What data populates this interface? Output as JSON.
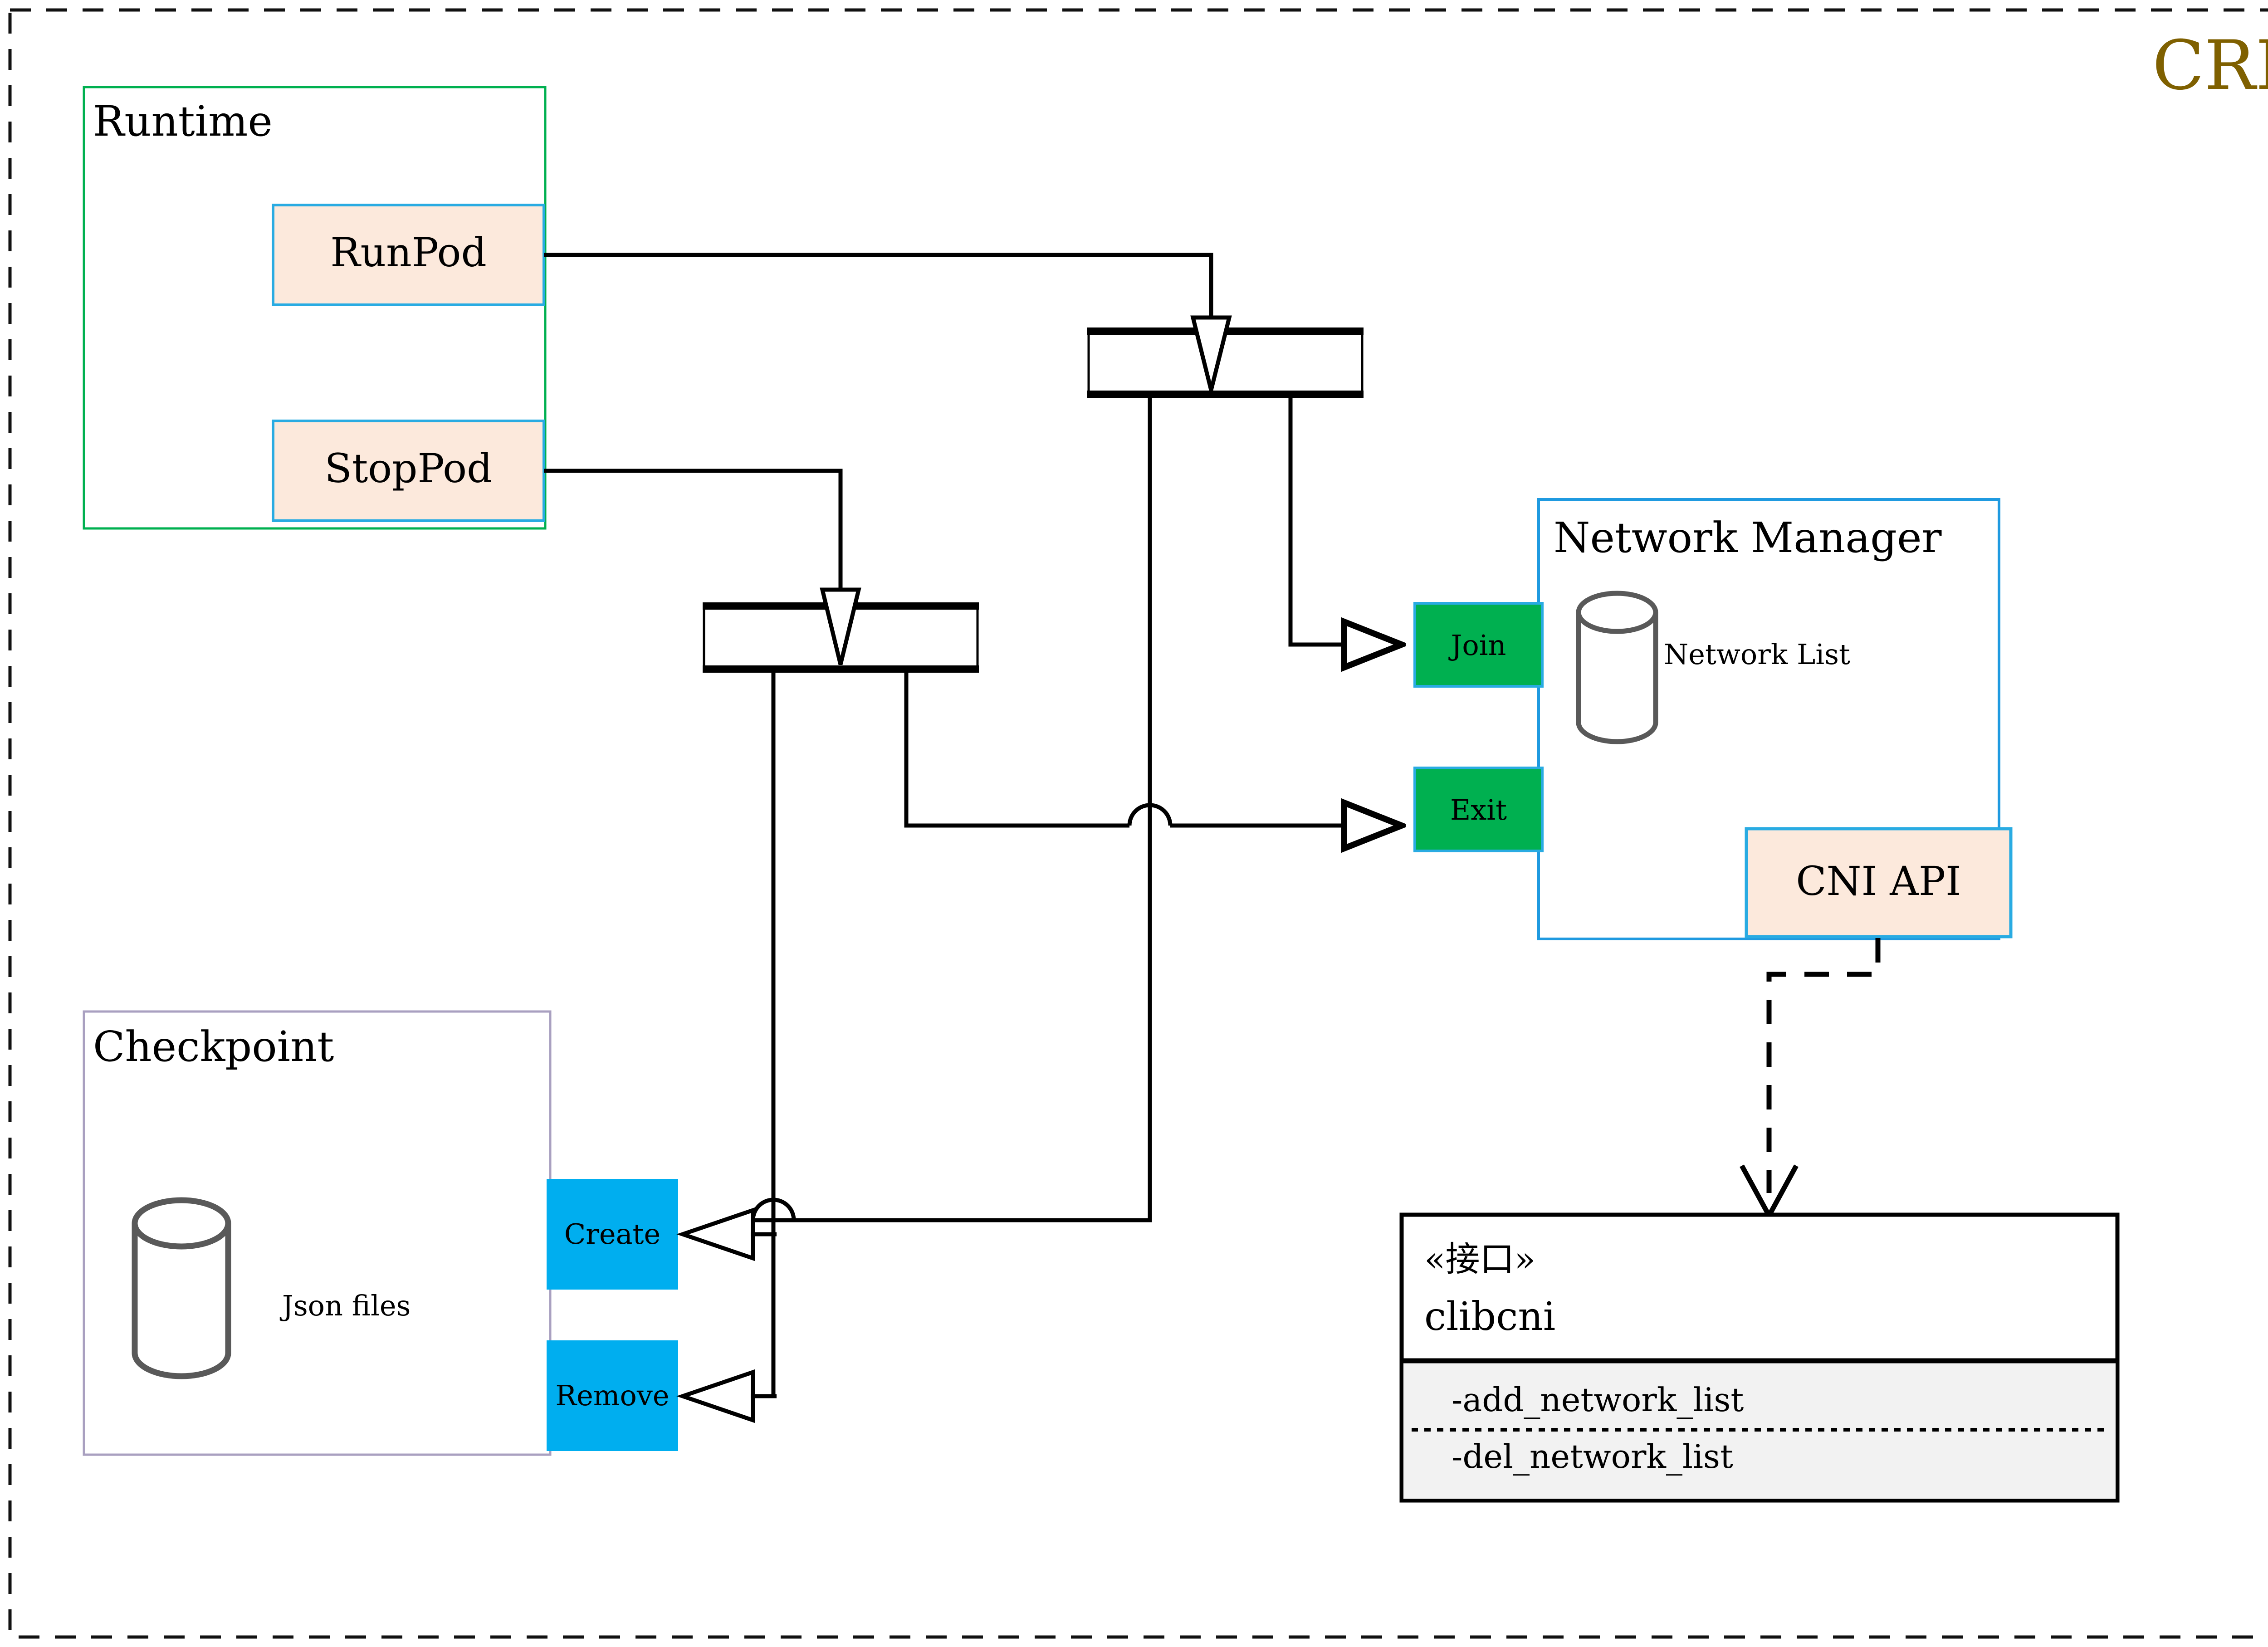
{
  "diagram": {
    "title": "CRI",
    "title_color": "#7f6000",
    "frame_style": "dashed"
  },
  "packages": [
    {
      "id": "runtime",
      "label": "Runtime",
      "border_color": "#00b050"
    },
    {
      "id": "checkpoint",
      "label": "Checkpoint",
      "border_color": "#a9a0c0"
    },
    {
      "id": "network_manager",
      "label": "Network Manager",
      "border_color": "#1f9ae0"
    }
  ],
  "operations": [
    {
      "id": "runpod",
      "label": "RunPod",
      "fill": "#fce9dc",
      "border": "#29abe2"
    },
    {
      "id": "stoppod",
      "label": "StopPod",
      "fill": "#fce9dc",
      "border": "#29abe2"
    },
    {
      "id": "cni_api",
      "label": "CNI API",
      "fill": "#fce9dc",
      "border": "#29abe2"
    }
  ],
  "network_actions": [
    {
      "id": "join",
      "label": "Join",
      "fill": "#00b050",
      "border": "#29abe2"
    },
    {
      "id": "exit",
      "label": "Exit",
      "fill": "#00b050",
      "border": "#29abe2"
    }
  ],
  "checkpoint_actions": [
    {
      "id": "create",
      "label": "Create",
      "fill": "#00aeef"
    },
    {
      "id": "remove",
      "label": "Remove",
      "fill": "#00aeef"
    }
  ],
  "datastores": [
    {
      "id": "network_list",
      "label": "Network List"
    },
    {
      "id": "json_files",
      "label": "Json files"
    }
  ],
  "interface": {
    "stereotype": "«接口»",
    "name": "clibcni",
    "methods": [
      "-add_network_list",
      "-del_network_list"
    ],
    "method_fill": "#f2f2f2"
  },
  "fork_bars": [
    {
      "id": "fork-runpod"
    },
    {
      "id": "fork-stoppod"
    }
  ]
}
